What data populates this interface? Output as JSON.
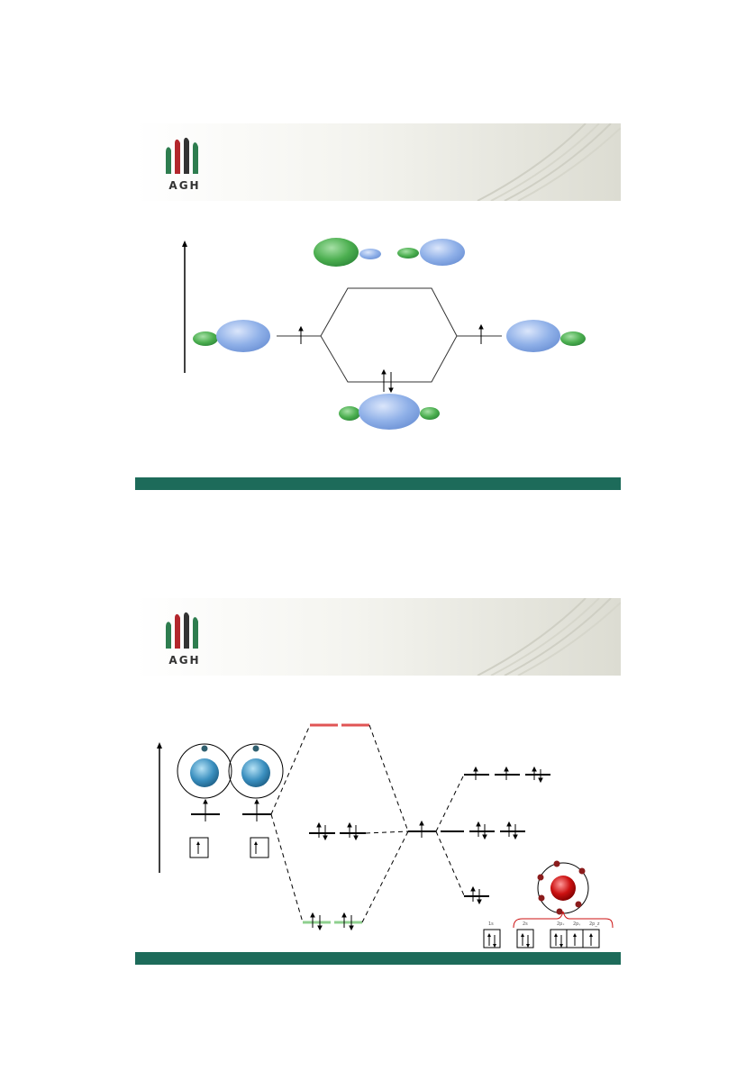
{
  "logo": {
    "text": "AGH",
    "colors": {
      "green": "#2e7d4f",
      "red": "#b3262c",
      "dark": "#333333"
    }
  },
  "theme": {
    "footer_bar": "#1d6b5a",
    "orbital_blue": "#8fb0e8",
    "orbital_green": "#4caf50",
    "antibonding_red": "#e05555",
    "bonding_green": "#8fd08f",
    "atom_blue": "#3a8fbf",
    "atom_red": "#cc1111"
  },
  "slide_top": {
    "icons": [
      "orbital-lobe-icon",
      "up-arrow-icon",
      "spin-pair-icon"
    ]
  },
  "slide_bottom": {
    "icons": [
      "atom-icon",
      "electron-box-icon",
      "spin-pair-icon",
      "orbital-level-icon"
    ],
    "orbital_labels": [
      "1s",
      "2s",
      "2pₓ",
      "2pᵧ",
      "2p_z"
    ]
  }
}
